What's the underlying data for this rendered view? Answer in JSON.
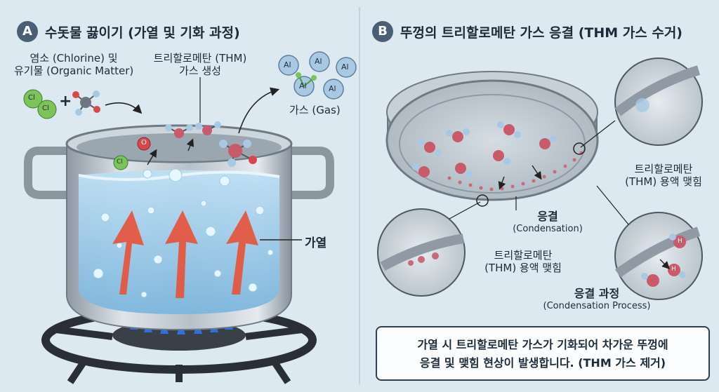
{
  "panel_a": {
    "badge": "A",
    "title": "수돗물 끓이기 (가열 및 기화 과정)",
    "label_reactants_line1": "염소 (Chlorine) 및",
    "label_reactants_line2": "유기물 (Organic Matter)",
    "label_thm_line1": "트리할로메탄 (THM)",
    "label_thm_line2": "가스 생성",
    "label_gas": "가스 (Gas)",
    "label_heat": "가열",
    "plus": "+",
    "atom_cl": "Cl",
    "atom_o": "O",
    "atom_al": "Al"
  },
  "panel_b": {
    "badge": "B",
    "title": "뚜껑의 트리할로메탄 가스 응결 (THM 가스 수거)",
    "label_droplet_top_line1": "트리할로메탄",
    "label_droplet_top_line2": "(THM) 용액 맺힘",
    "label_condensation_line1": "응결",
    "label_condensation_line2": "(Condensation)",
    "label_droplet_left_line1": "트리할로메탄",
    "label_droplet_left_line2": "(THM) 용액 맺힘",
    "label_process_line1": "응결 과정",
    "label_process_line2": "(Condensation Process)",
    "atom_h": "H"
  },
  "note": {
    "line1": "가열 시 트리할로메탄 가스가 기화되어 차가운 뚜껑에",
    "line2": "응결 및 맺힘 현상이 발생합니다. (THM 가스 제거)"
  },
  "colors": {
    "background": "#dde9f1",
    "steel": "#b9c3cb",
    "water": "#8fc3e6",
    "heat_arrow": "#e8523a",
    "flame": "#2f6fe0",
    "chlorine": "#7cc35a",
    "oxygen": "#d9474b",
    "carbon": "#6e7781",
    "hydrogen": "#a8c8e4"
  }
}
